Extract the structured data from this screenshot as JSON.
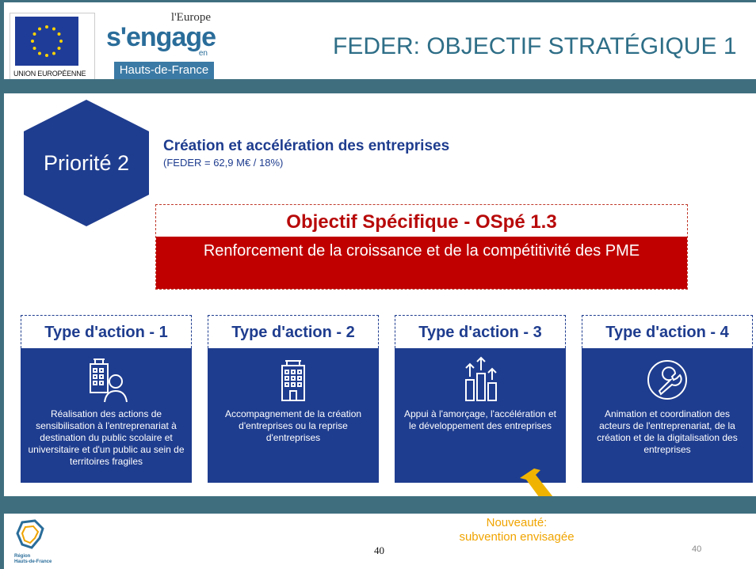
{
  "header": {
    "eu_caption": "UNION EUROPÉENNE",
    "brand_top": "l'Europe",
    "brand_main": "s'engage",
    "brand_en": "en",
    "brand_region": "Hauts-de-France",
    "title": "FEDER: OBJECTIF STRATÉGIQUE 1"
  },
  "priority": {
    "label": "Priorité 2",
    "title": "Création et accélération des entreprises",
    "subtitle": "(FEDER = 62,9 M€ / 18%)"
  },
  "objective": {
    "title": "Objectif Spécifique - OSpé 1.3",
    "description": "Renforcement de la croissance et de la compétitivité des PME"
  },
  "actions": [
    {
      "title": "Type d'action - 1",
      "icon": "building-person-icon",
      "text": "Réalisation des actions de sensibilisation à l'entreprenariat à destination du public scolaire et universitaire et d'un public au sein de territoires fragiles"
    },
    {
      "title": "Type d'action - 2",
      "icon": "building-icon",
      "text": "Accompagnement de la création d'entreprises ou la reprise d'entreprises"
    },
    {
      "title": "Type d'action - 3",
      "icon": "growth-chart-icon",
      "text": "Appui à l'amorçage, l'accélération et le développement des entreprises"
    },
    {
      "title": "Type d'action - 4",
      "icon": "wrench-icon",
      "text": "Animation et coordination des acteurs de l'entreprenariat, de la création et de la digitalisation des entreprises"
    }
  ],
  "footer": {
    "logo_caption_1": "Région",
    "logo_caption_2": "Hauts-de-France",
    "page_center": "40",
    "note_line1": "Nouveauté:",
    "note_line2": "subvention envisagée",
    "page_right": "40"
  },
  "colors": {
    "navy": "#1f3d8f",
    "band": "#3f6f7f",
    "red": "#c00000",
    "orange": "#f0a400"
  }
}
